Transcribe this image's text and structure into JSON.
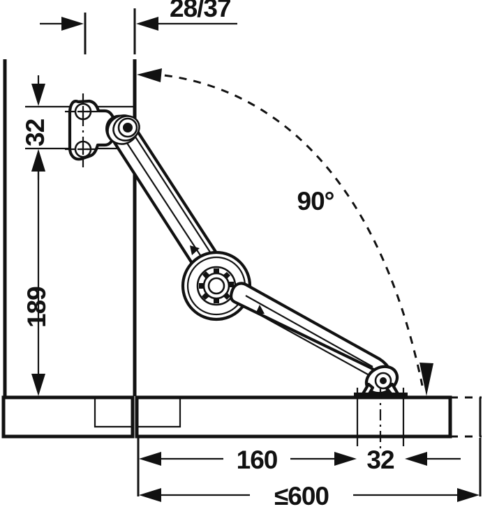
{
  "drawing": {
    "title": "Cabinet lift-up flap fitting installation diagram",
    "ink_color": "#111111",
    "background_color": "#ffffff",
    "dimensions": {
      "top_offset": {
        "label": "28/37",
        "unit": "mm",
        "orientation": "horizontal",
        "position": "top"
      },
      "plate_height": {
        "label": "32",
        "unit": "mm",
        "orientation": "vertical",
        "position": "left-upper"
      },
      "side_height": {
        "label": "189",
        "unit": "mm",
        "orientation": "vertical",
        "position": "left-lower"
      },
      "arm_reach": {
        "label": "160",
        "unit": "mm",
        "orientation": "horizontal",
        "position": "bottom-inner"
      },
      "end_offset": {
        "label": "32",
        "unit": "mm",
        "orientation": "horizontal",
        "position": "bottom-right"
      },
      "max_width": {
        "label": "≤600",
        "unit": "mm",
        "orientation": "horizontal",
        "position": "bottom-overall"
      }
    },
    "annotations": {
      "opening_angle": {
        "label": "90°",
        "type": "arc-angle"
      }
    },
    "parts": [
      {
        "name": "cabinet-side-wall",
        "type": "structure"
      },
      {
        "name": "vertical-panel",
        "type": "structure"
      },
      {
        "name": "bottom-panel",
        "type": "structure"
      },
      {
        "name": "mounting-plate",
        "type": "hardware"
      },
      {
        "name": "upper-arm",
        "type": "hardware"
      },
      {
        "name": "pivot-hub",
        "type": "hardware"
      },
      {
        "name": "lower-arm",
        "type": "hardware"
      },
      {
        "name": "flap-bracket",
        "type": "hardware"
      }
    ]
  }
}
